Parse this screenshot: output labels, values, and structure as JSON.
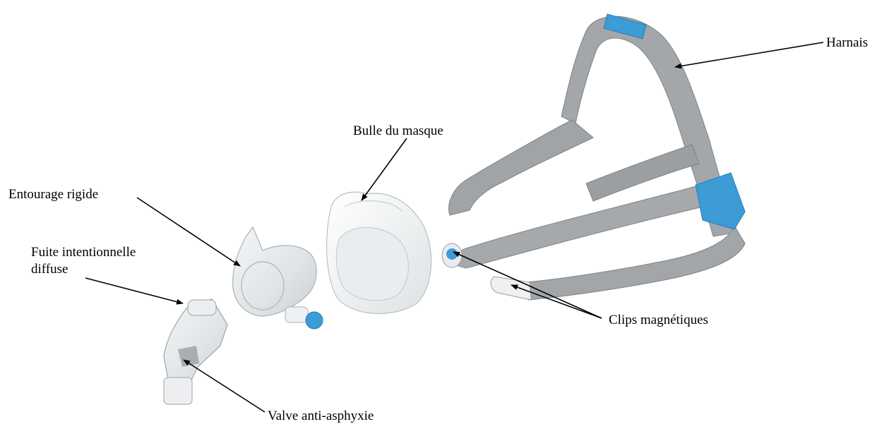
{
  "labels": {
    "harnais": "Harnais",
    "bulle": "Bulle du masque",
    "entourage": "Entourage rigide",
    "fuite_line1": "Fuite intentionnelle",
    "fuite_line2": "diffuse",
    "clips": "Clips magnétiques",
    "valve": "Valve anti-asphyxie"
  },
  "colors": {
    "strap_gray": "#a3a6a9",
    "strap_gray_dark": "#8e9194",
    "accent_blue": "#3d9bd6",
    "clear_plastic": "#e8eced",
    "cushion_white": "#f2f4f5",
    "arrow": "#000000"
  }
}
